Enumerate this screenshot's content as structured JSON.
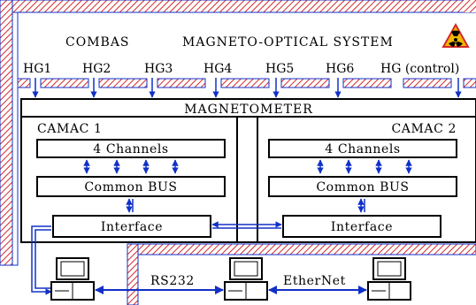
{
  "title": {
    "system_name": "COMBAS",
    "system_desc": "MAGNETO-OPTICAL SYSTEM"
  },
  "sensors": [
    "HG1",
    "HG2",
    "HG3",
    "HG4",
    "HG5",
    "HG6",
    "HG (control)"
  ],
  "magnetometer": {
    "title": "MAGNETOMETER",
    "camac": [
      {
        "name": "CAMAC  1",
        "channels": "4  Channels",
        "bus": "Common  BUS",
        "interface": "Interface"
      },
      {
        "name": "CAMAC  2",
        "channels": "4  Channels",
        "bus": "Common  BUS",
        "interface": "Interface"
      }
    ]
  },
  "links": {
    "serial": "RS232",
    "network": "EtherNet"
  },
  "icons": [
    "radiation-hazard-icon",
    "computer-icon"
  ],
  "colors": {
    "hatch": "#d42a2a",
    "arrow": "#1030c8",
    "hazard": "#f0b800"
  }
}
